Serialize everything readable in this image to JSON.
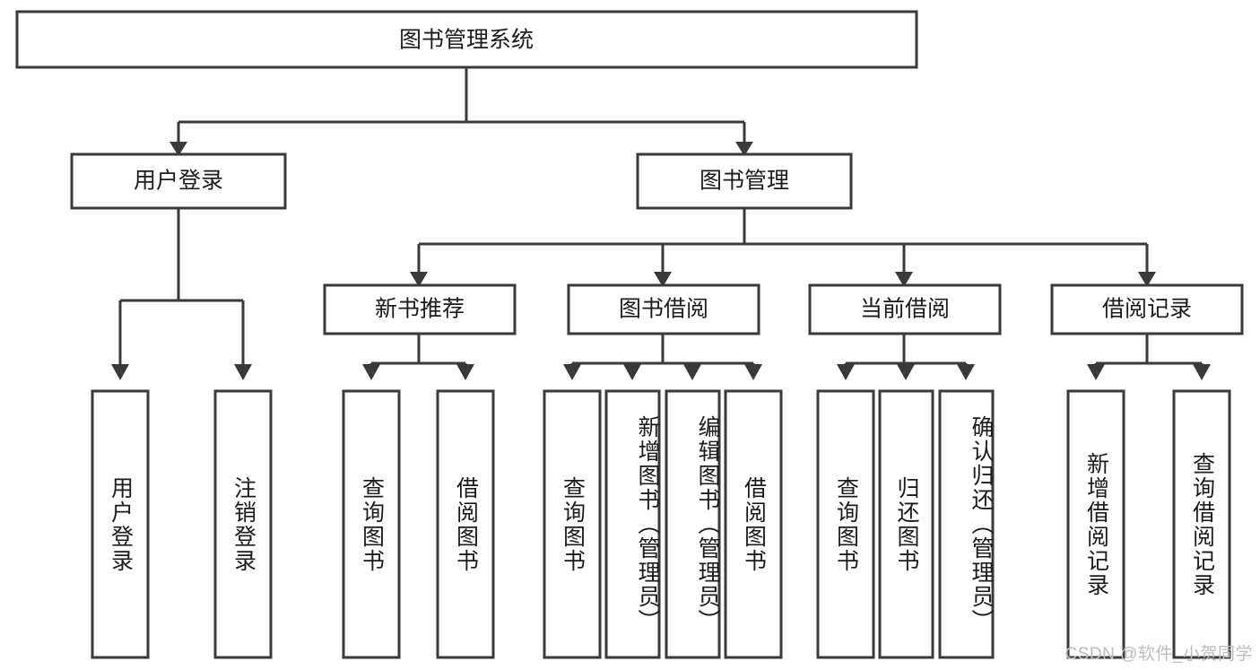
{
  "diagram": {
    "type": "tree-hierarchy",
    "orientation": "top-down",
    "root": {
      "id": "root",
      "label": "图书管理系统"
    },
    "level2": [
      {
        "id": "user-login",
        "label": "用户登录"
      },
      {
        "id": "book-management",
        "label": "图书管理"
      }
    ],
    "level3": [
      {
        "id": "new-book-recommend",
        "label": "新书推荐",
        "parent": "book-management"
      },
      {
        "id": "book-borrow",
        "label": "图书借阅",
        "parent": "book-management"
      },
      {
        "id": "current-borrow",
        "label": "当前借阅",
        "parent": "book-management"
      },
      {
        "id": "borrow-record",
        "label": "借阅记录",
        "parent": "book-management"
      }
    ],
    "leaves": [
      {
        "id": "leaf-user-login",
        "label": "用户登录",
        "parent": "user-login"
      },
      {
        "id": "leaf-logout",
        "label": "注销登录",
        "parent": "user-login"
      },
      {
        "id": "leaf-query-book-1",
        "label": "查询图书",
        "parent": "new-book-recommend"
      },
      {
        "id": "leaf-borrow-book-1",
        "label": "借阅图书",
        "parent": "new-book-recommend"
      },
      {
        "id": "leaf-query-book-2",
        "label": "查询图书",
        "parent": "book-borrow"
      },
      {
        "id": "leaf-add-book",
        "label": "新增图书（管理员）",
        "parent": "book-borrow"
      },
      {
        "id": "leaf-edit-book",
        "label": "编辑图书（管理员）",
        "parent": "book-borrow"
      },
      {
        "id": "leaf-borrow-book-2",
        "label": "借阅图书",
        "parent": "book-borrow"
      },
      {
        "id": "leaf-query-book-3",
        "label": "查询图书",
        "parent": "current-borrow"
      },
      {
        "id": "leaf-return-book",
        "label": "归还图书",
        "parent": "current-borrow"
      },
      {
        "id": "leaf-confirm-return",
        "label": "确认归还（管理员）",
        "parent": "current-borrow"
      },
      {
        "id": "leaf-add-record",
        "label": "新增借阅记录",
        "parent": "borrow-record"
      },
      {
        "id": "leaf-query-record",
        "label": "查询借阅记录",
        "parent": "borrow-record"
      }
    ]
  },
  "colors": {
    "stroke": "#3a3a3a",
    "box_fill": "#ffffff",
    "text": "#1b1b1b",
    "background": "#ffffff",
    "watermark": "#bdbdbd"
  },
  "watermark": {
    "text": "CSDN @软件_小贺同学"
  }
}
